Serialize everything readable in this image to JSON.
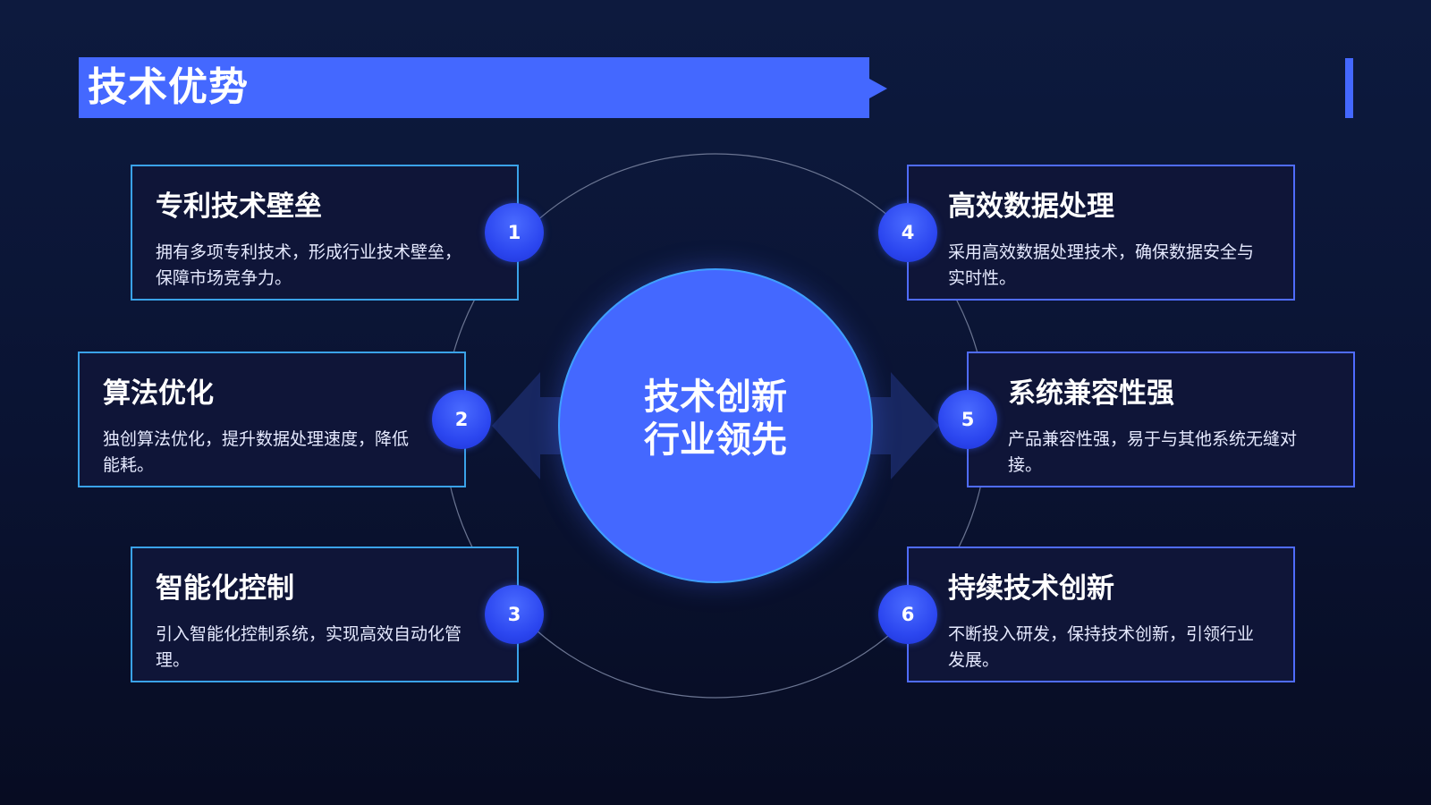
{
  "header": {
    "title": "技术优势"
  },
  "center": {
    "line1": "技术创新",
    "line2": "行业领先"
  },
  "features": [
    {
      "number": "1",
      "title": "专利技术壁垒",
      "desc": "拥有多项专利技术，形成行业技术壁垒，保障市场竞争力。"
    },
    {
      "number": "2",
      "title": "算法优化",
      "desc": "独创算法优化，提升数据处理速度，降低能耗。"
    },
    {
      "number": "3",
      "title": "智能化控制",
      "desc": "引入智能化控制系统，实现高效自动化管理。"
    },
    {
      "number": "4",
      "title": "高效数据处理",
      "desc": "采用高效数据处理技术，确保数据安全与实时性。"
    },
    {
      "number": "5",
      "title": "系统兼容性强",
      "desc": "产品兼容性强，易于与其他系统无缝对接。"
    },
    {
      "number": "6",
      "title": "持续技术创新",
      "desc": "不断投入研发，保持技术创新，引领行业发展。"
    }
  ],
  "colors": {
    "primary": "#4468ff",
    "card_bg": "#0f1538",
    "left_border": "#3aa2e8",
    "right_border": "#4f6cff",
    "background": "#0a1332"
  }
}
